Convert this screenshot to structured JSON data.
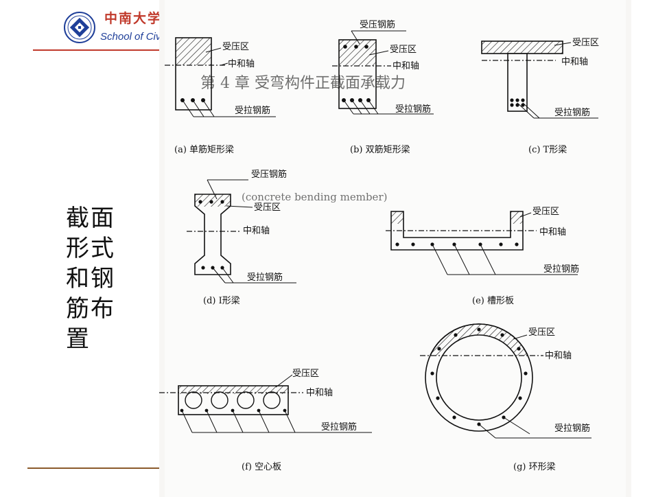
{
  "header": {
    "brand_cn": "中南大学",
    "brand_en": "School of Civil"
  },
  "slide": {
    "side_title": "截面形式和钢筋布置"
  },
  "figure": {
    "labels": {
      "compression_zone": "受压区",
      "neutral_axis": "中和轴",
      "tension_steel": "受拉钢筋",
      "compression_steel": "受压钢筋"
    },
    "captions": {
      "a": "(a) 单筋矩形梁",
      "b": "(b) 双筋矩形梁",
      "c": "(c) T形梁",
      "d": "(d) I形梁",
      "e": "(e) 槽形板",
      "f": "(f) 空心板",
      "g": "(g) 环形梁"
    },
    "background_text": {
      "chapter_heading": "第 4 章  受弯构件正截面承载力",
      "english_term": "(concrete bending member)"
    }
  }
}
